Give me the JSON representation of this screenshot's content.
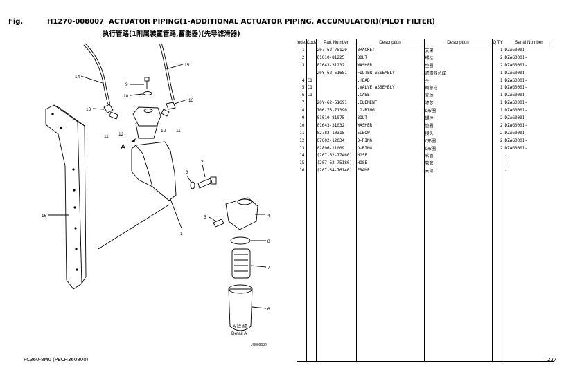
{
  "header": {
    "fig_label": "Fig.",
    "fig_number": "H1270-008007",
    "title": "ACTUATOR PIPING(1-ADDITIONAL ACTUATOR PIPING, ACCUMULATOR)(PILOT FILTER)",
    "subtitle": "执行管路(1附属装置管路,蓄能器)(先导滤滑器)"
  },
  "diagram": {
    "callouts": [
      "1",
      "2",
      "3",
      "4",
      "5",
      "6",
      "7",
      "8",
      "9",
      "10",
      "11",
      "12",
      "13",
      "14",
      "15",
      "16"
    ],
    "view_mark": "A",
    "detail_cn": "A 詳 細",
    "detail_en": "Detail A",
    "drawing_code": "JH009030"
  },
  "table": {
    "headers": [
      "Index",
      "Code",
      "Part Number",
      "Description",
      "Description",
      "Q'TY",
      "Serial Number"
    ],
    "rows": [
      [
        "1",
        "",
        "207-62-75120",
        "BRACKET",
        "支架",
        "1",
        "DZAG0001-"
      ],
      [
        "2",
        "",
        "01010-81225",
        "BOLT",
        "螺栓",
        "2",
        "DZAG0001-"
      ],
      [
        "3",
        "",
        "01643-31232",
        "WASHER",
        "垫圈",
        "2",
        "DZAG0001-"
      ],
      [
        "",
        "",
        "20Y-62-51681",
        "FILTER ASSEMBLY",
        "滤清器总成",
        "1",
        "DZAG0001-"
      ],
      [
        "4",
        "C1",
        "",
        ".HEAD",
        "头",
        "1",
        "DZAG0001-"
      ],
      [
        "5",
        "C1",
        "",
        ".VALVE ASSEMBLY",
        "阀总成",
        "1",
        "DZAG0001-"
      ],
      [
        "6",
        "C1",
        "",
        ".CASE",
        "壳体",
        "1",
        "DZAG0001-"
      ],
      [
        "7",
        "",
        "20Y-62-51691",
        ".ELEMENT",
        "滤芯",
        "1",
        "DZAG0001-"
      ],
      [
        "8",
        "",
        "706-76-71390",
        ".O-RING",
        "O形圈",
        "1",
        "DZAG0001-"
      ],
      [
        "9",
        "",
        "01010-81075",
        "BOLT",
        "螺栓",
        "2",
        "DZAG0001-"
      ],
      [
        "10",
        "",
        "01643-31032",
        "WASHER",
        "垫圈",
        "2",
        "DZAG0001-"
      ],
      [
        "11",
        "",
        "02782-10315",
        "ELBOW",
        "接头",
        "2",
        "DZAG0001-"
      ],
      [
        "12",
        "",
        "07002-12034",
        "O-RING",
        "O形圈",
        "2",
        "DZAG0001-"
      ],
      [
        "13",
        "",
        "02896-11009",
        "O-RING",
        "O形圈",
        "2",
        "DZAG0001-"
      ],
      [
        "14",
        "",
        "(207-62-77460)",
        "HOSE",
        "软管",
        "",
        "-"
      ],
      [
        "15",
        "",
        "(207-62-75180)",
        "HOSE",
        "软管",
        "",
        "-"
      ],
      [
        "16",
        "",
        "(207-54-76140)",
        "FRAME",
        "支架",
        "",
        "-"
      ]
    ]
  },
  "footer": {
    "model": "PC360-8M0 (PBCH360800)",
    "page": "237"
  }
}
